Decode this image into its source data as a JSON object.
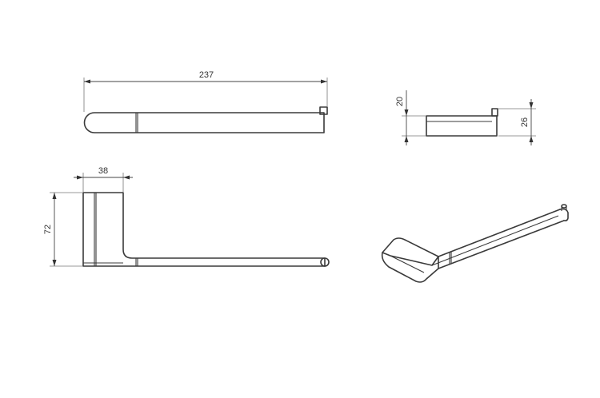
{
  "dimensions": {
    "total_length": "237",
    "base_width": "38",
    "base_height": "72",
    "rod_height": "20",
    "overall_height": "26"
  }
}
